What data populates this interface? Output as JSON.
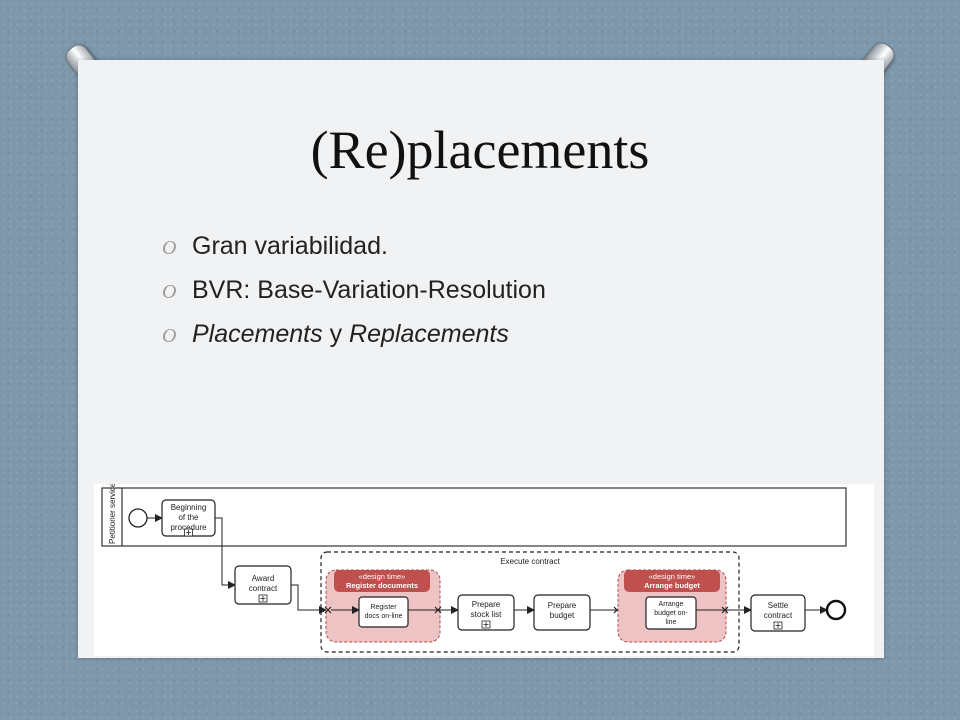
{
  "slide": {
    "title": "(Re)placements",
    "bullet_marker": "O",
    "bullets": [
      {
        "text": "Gran variabilidad."
      },
      {
        "text": "BVR: Base-Variation-Resolution"
      },
      {
        "italic_a": "Placements",
        "plain": " y ",
        "italic_b": "Replacements"
      }
    ]
  },
  "diagram": {
    "lane_label": "Petitioner service",
    "subprocess_label": "Execute contract",
    "tasks": {
      "beginning": [
        "Beginning",
        "of the",
        "procedure"
      ],
      "award": [
        "Award",
        "contract"
      ],
      "register": [
        "Register",
        "docs on-line"
      ],
      "prepare_stock": [
        "Prepare",
        "stock list"
      ],
      "prepare_budget": [
        "Prepare",
        "budget"
      ],
      "arrange": [
        "Arrange",
        "budget on-",
        "line"
      ],
      "settle": [
        "Settle",
        "contract"
      ]
    },
    "design_groups": {
      "register": [
        "«design time»",
        "Register documents"
      ],
      "arrange": [
        "«design time»",
        "Arrange budget"
      ]
    },
    "colors": {
      "design_fill": "#eec3c3",
      "design_header": "#c0504d",
      "design_border": "#b14a4a"
    }
  }
}
